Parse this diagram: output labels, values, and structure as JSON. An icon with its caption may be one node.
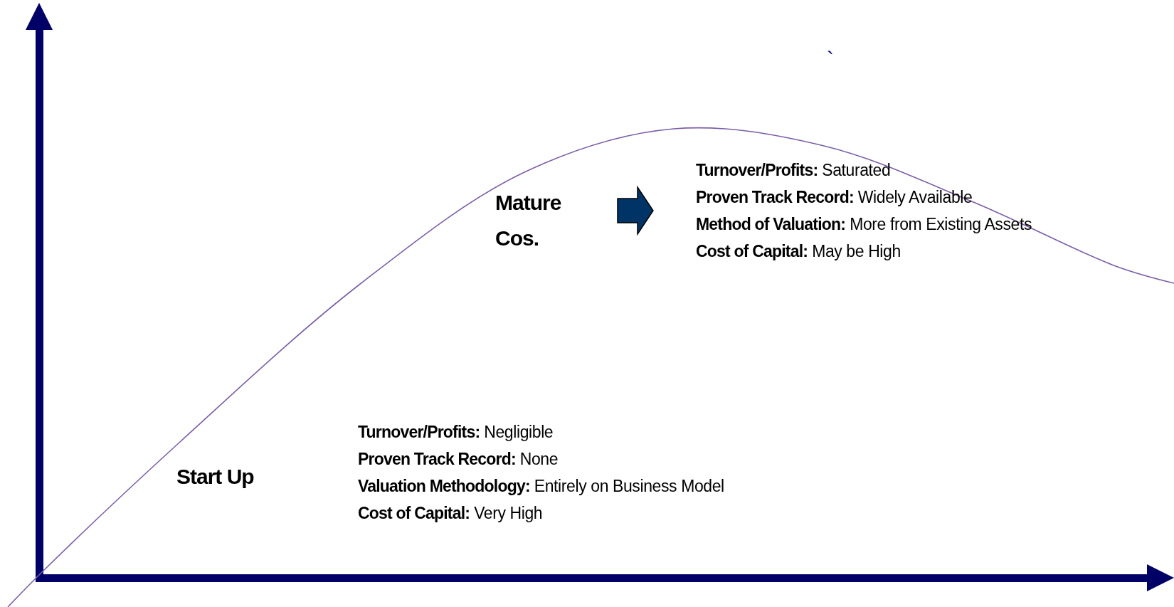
{
  "diagram": {
    "nodes": [
      {
        "text": [
          "Start Up"
        ]
      },
      {
        "text": [
          "**Turnover/Profits:** Negligible",
          "**Proven Track Record:** None",
          "**Valuation Methodology:** Entirely on Business Model",
          "**Cost of Capital:** Very High"
        ]
      },
      {
        "text": [
          "Mature Cos."
        ]
      },
      {
        "text": [
          "**Turnover/Profits:** Saturated",
          "**Proven Track Record:** Widely Available",
          "**Method of Valuation:** More from Existing Assets",
          "**Cost of Capital:** May be High"
        ]
      }
    ],
    "edges": [
      {
        "from": 2,
        "to": 3,
        "arrow": "to",
        "style": "thick",
        "color": "#003366"
      }
    ],
    "labels": [
      "`"
    ]
  }
}
